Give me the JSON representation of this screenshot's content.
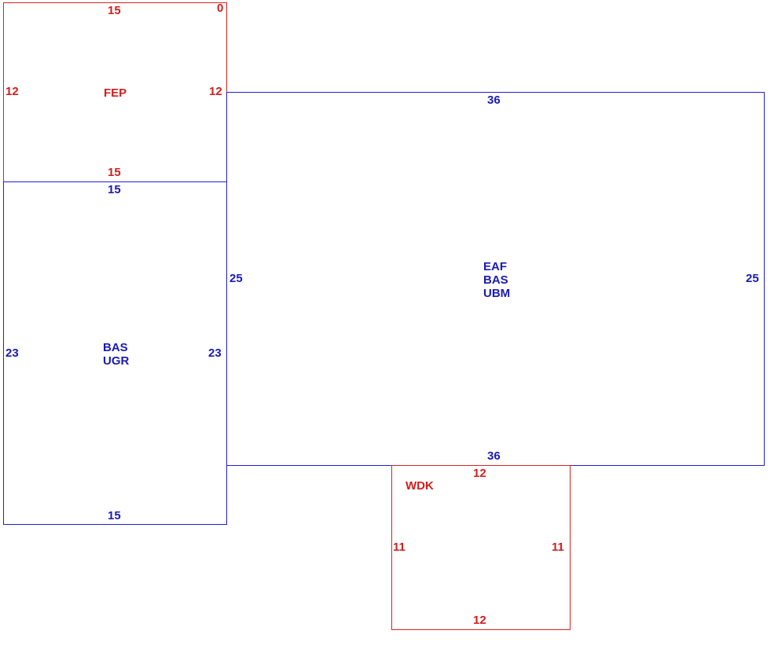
{
  "colors": {
    "blue": "#1f1fd6",
    "red": "#e02020"
  },
  "areas": {
    "fep": {
      "code": "FEP",
      "top_dim": "15",
      "corner_dim": "0",
      "left_dim": "12",
      "right_dim": "12",
      "bottom_dim": "15"
    },
    "bas_ugr": {
      "code_line1": "BAS",
      "code_line2": "UGR",
      "top_dim": "15",
      "left_dim": "23",
      "right_dim": "23",
      "bottom_dim": "15"
    },
    "eaf_bas_ubm": {
      "code_line1": "EAF",
      "code_line2": "BAS",
      "code_line3": "UBM",
      "top_dim": "36",
      "left_dim": "25",
      "right_dim": "25",
      "bottom_dim": "36"
    },
    "wdk": {
      "code": "WDK",
      "top_dim": "12",
      "left_dim": "11",
      "right_dim": "11",
      "bottom_dim": "12"
    }
  }
}
